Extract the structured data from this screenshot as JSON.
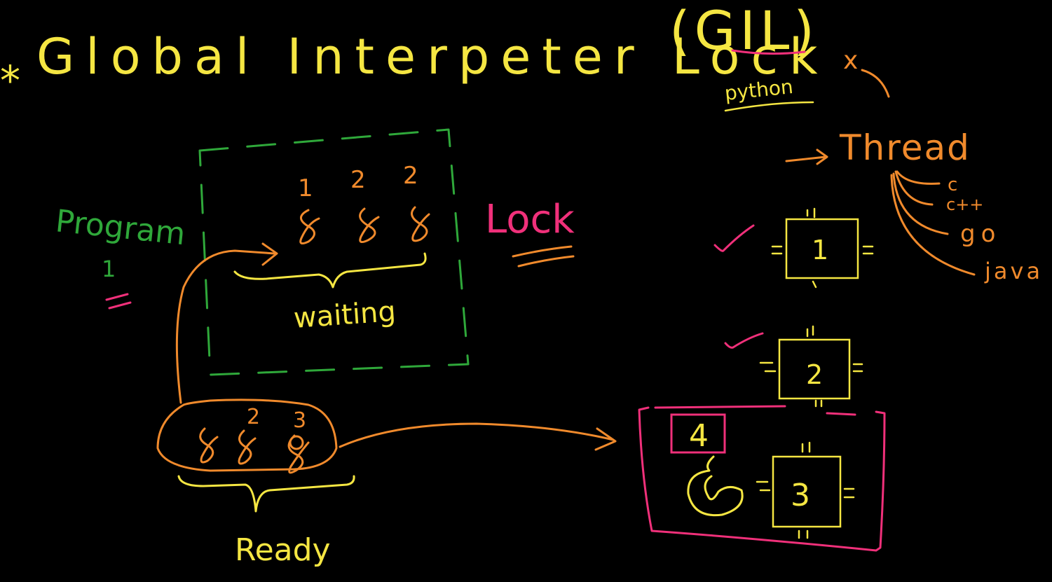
{
  "title": {
    "bullet": "*",
    "text": "Global Interpeter Lock",
    "abbr": "(GIL)",
    "note": "python",
    "cross": "x"
  },
  "labels": {
    "program": "Program",
    "program_num": "1",
    "lock": "Lock",
    "waiting": "waiting",
    "ready": "Ready",
    "thread": "Thread"
  },
  "waiting_threads": [
    "1",
    "2",
    "2"
  ],
  "ready_threads": [
    "2",
    "3"
  ],
  "languages": [
    "c",
    "c++",
    "go",
    "java"
  ],
  "thread_boxes": [
    "1",
    "2",
    "3"
  ],
  "extra_box": "4",
  "colors": {
    "background": "#000000",
    "yellow": "#f5e642",
    "orange": "#f08a2c",
    "green": "#2fa83a",
    "pink": "#f0307a"
  }
}
